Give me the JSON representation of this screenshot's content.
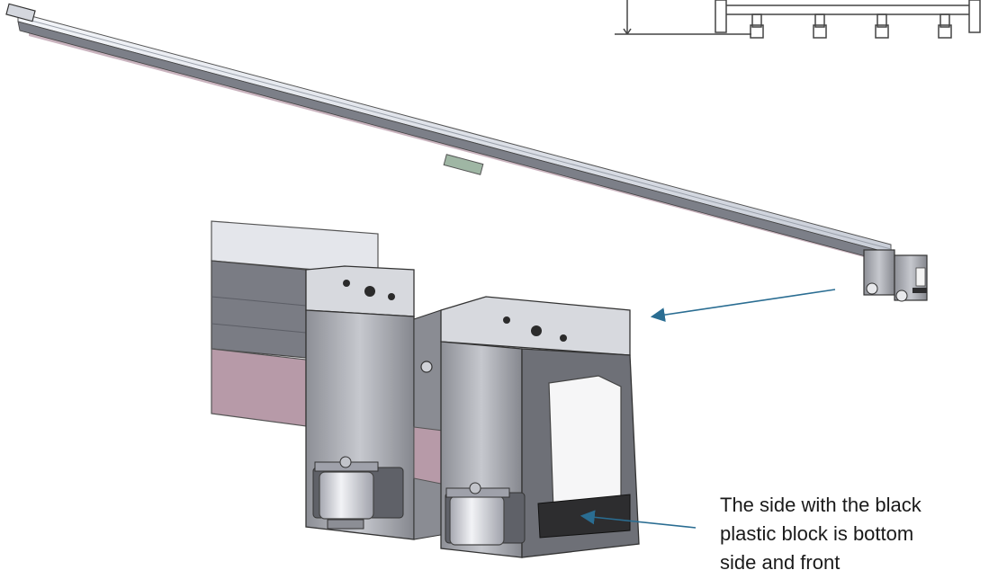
{
  "annotation": {
    "lines": [
      "The side with the black",
      "plastic block is bottom",
      "side and front"
    ]
  },
  "colors": {
    "arrow": "#2a6d92",
    "rail_top": "#dfe3ea",
    "rail_side": "#6d6f78",
    "rail_lower": "#b79aa8",
    "bracket": "#a9abb2",
    "bracket_dark": "#6e7077",
    "black_block": "#2d2d2f"
  }
}
